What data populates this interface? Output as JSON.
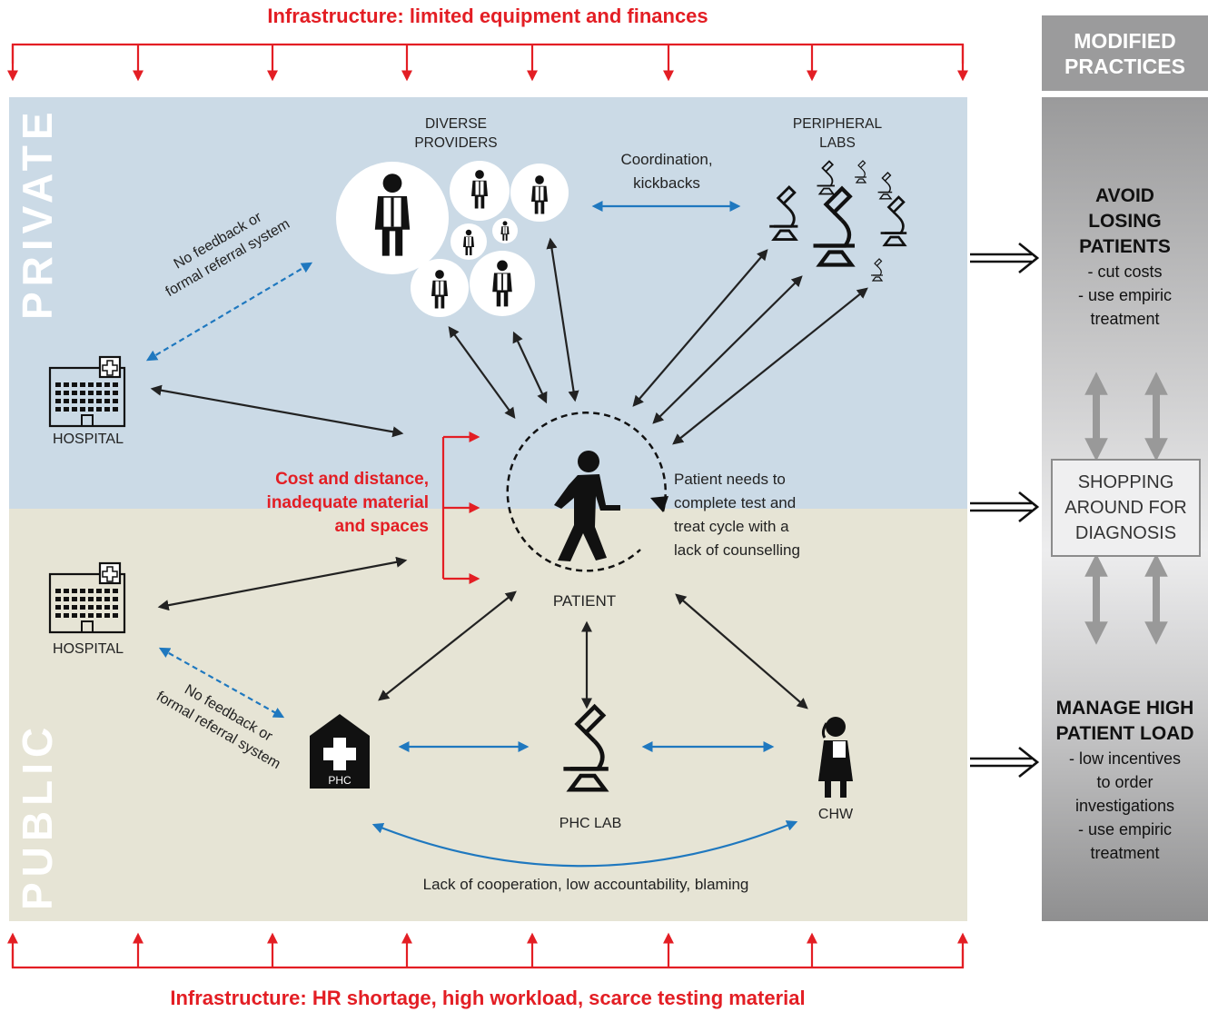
{
  "infra_top": "Infrastructure: limited equipment and finances",
  "infra_bottom": "Infrastructure: HR shortage, high workload, scarce testing material",
  "sector_private": "PRIVATE",
  "sector_public": "PUBLIC",
  "private": {
    "providers_label": [
      "DIVERSE",
      "PROVIDERS"
    ],
    "labs_label": [
      "PERIPHERAL",
      "LABS"
    ],
    "coordination": [
      "Coordination,",
      "kickbacks"
    ],
    "no_feedback": [
      "No feedback or",
      "formal referral system"
    ],
    "hospital": "HOSPITAL"
  },
  "public": {
    "hospital": "HOSPITAL",
    "no_feedback": [
      "No feedback or",
      "formal referral system"
    ],
    "phc_icon_text": "PHC",
    "phc_lab": "PHC LAB",
    "chw": "CHW",
    "cooperation": "Lack of cooperation, low accountability, blaming"
  },
  "barriers": [
    "Cost and distance,",
    "inadequate material",
    "and spaces"
  ],
  "patient": {
    "label": "PATIENT",
    "cycle_note": [
      "Patient needs to",
      "complete test and",
      "treat cycle with a",
      "lack of counselling"
    ]
  },
  "modified_practices": {
    "title": [
      "MODIFIED",
      "PRACTICES"
    ],
    "block1_title": [
      "AVOID",
      "LOSING",
      "PATIENTS"
    ],
    "block1_items": [
      "- cut costs",
      "- use empiric",
      "treatment"
    ],
    "shopping": [
      "SHOPPING",
      "AROUND FOR",
      "DIAGNOSIS"
    ],
    "block2_title": [
      "MANAGE HIGH",
      "PATIENT LOAD"
    ],
    "block2_items": [
      "- low incentives",
      "to order",
      "investigations",
      "- use empiric",
      "treatment"
    ]
  },
  "colors": {
    "red": "#e31e24",
    "blue": "#1f78bf",
    "private_bg": "#cbdae6",
    "public_bg": "#e6e4d5",
    "gray": "#9b9b9c"
  }
}
